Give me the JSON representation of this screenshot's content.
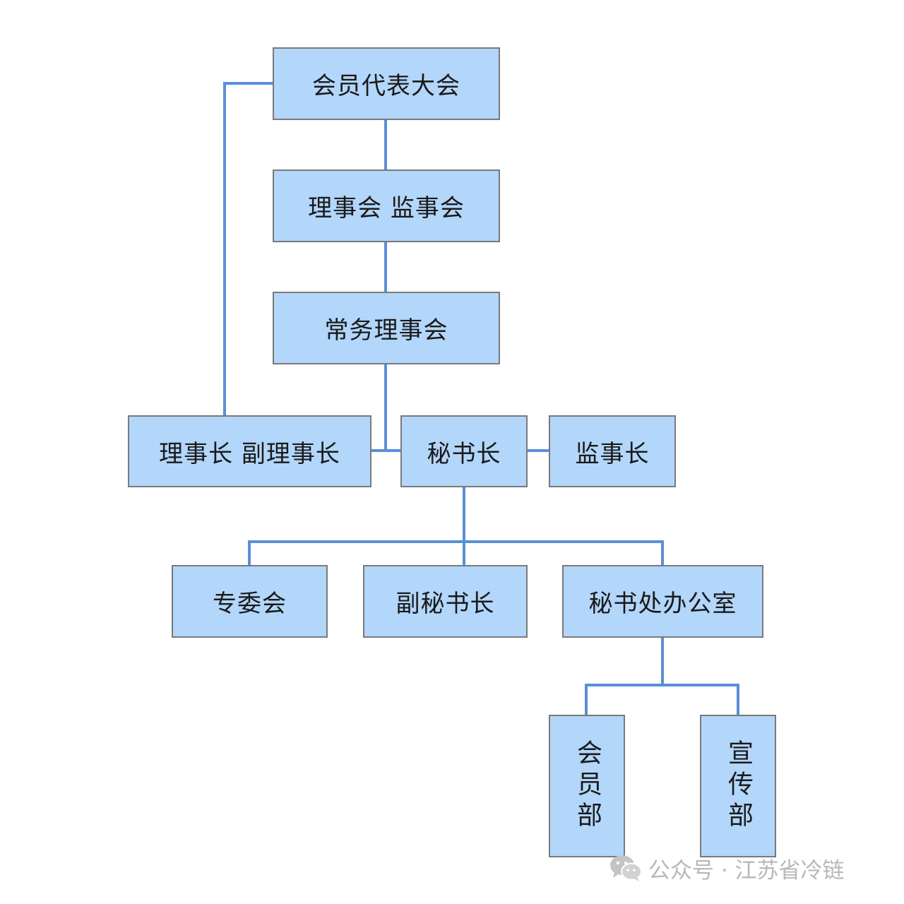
{
  "chart": {
    "nodes": {
      "congress": "会员代表大会",
      "council_supervisors": "理事会 监事会",
      "standing_council": "常务理事会",
      "chairman": "理事长 副理事长",
      "secretary_general": "秘书长",
      "chief_supervisor": "监事长",
      "committees": "专委会",
      "deputy_secretary": "副秘书长",
      "secretariat_office": "秘书处办公室",
      "membership_dept": "会员部",
      "publicity_dept": "宣传部"
    }
  },
  "watermark": {
    "text": "公众号 · 江苏省冷链",
    "icon": "wechat-icon",
    "color": "#b8b8b8"
  },
  "colors": {
    "box_fill": "#b3d6fb",
    "box_border": "#7a7a7a",
    "connector": "#5b8fd6"
  }
}
